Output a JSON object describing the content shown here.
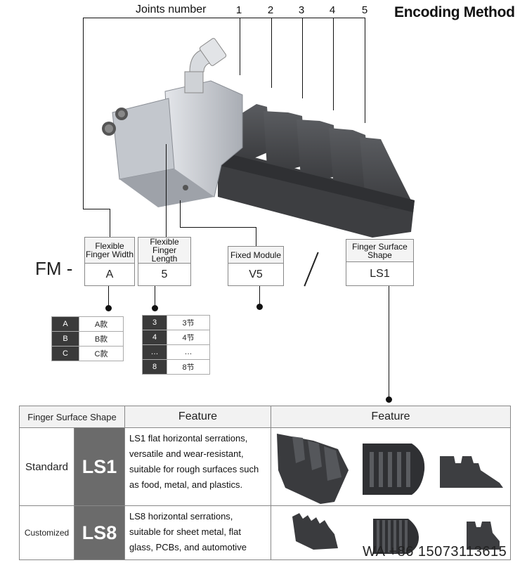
{
  "title": "Encoding Method",
  "joints": {
    "label": "Joints number",
    "numbers": [
      "1",
      "2",
      "3",
      "4",
      "5"
    ]
  },
  "prefix": "FM -",
  "separator": "/",
  "code_fields": [
    {
      "header": "Flexible Finger Width",
      "value": "A"
    },
    {
      "header": "Flexible Finger Length",
      "value": "5"
    },
    {
      "header": "Fixed Module",
      "value": "V5"
    },
    {
      "header": "Finger Surface Shape",
      "value": "LS1"
    }
  ],
  "width_options": [
    {
      "key": "A",
      "label": "A款"
    },
    {
      "key": "B",
      "label": "B款"
    },
    {
      "key": "C",
      "label": "C款"
    }
  ],
  "length_options": [
    {
      "key": "3",
      "label": "3节"
    },
    {
      "key": "4",
      "label": "4节"
    },
    {
      "key": "…",
      "label": "…"
    },
    {
      "key": "8",
      "label": "8节"
    }
  ],
  "surface_table": {
    "headers": [
      "Finger Surface Shape",
      "Feature",
      "Feature"
    ],
    "rows": [
      {
        "type": "Standard",
        "code": "LS1",
        "feature": "LS1 flat horizontal serrations, versatile and wear-resistant, suitable for rough surfaces such as food, metal, and plastics."
      },
      {
        "type": "Customized",
        "code": "LS8",
        "feature": "LS8 horizontal serrations, suitable for sheet metal, flat glass, PCBs, and automotive"
      }
    ]
  },
  "watermark": "WA +86 15073113615",
  "colors": {
    "product_dark": "#4a4c50",
    "product_silver": "#c9ccd1",
    "code_bg": "#6b6b6b",
    "option_key_bg": "#3a3a3a"
  }
}
